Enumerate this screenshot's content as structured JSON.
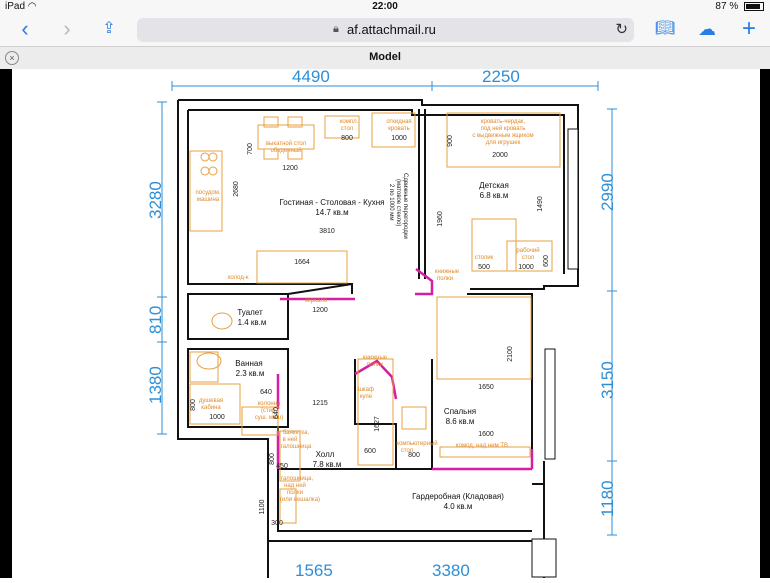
{
  "status": {
    "device": "iPad",
    "time": "22:00",
    "battery": "87 %",
    "battery_level": 0.87
  },
  "toolbar": {
    "url": "af.attachmail.ru"
  },
  "tab": {
    "title": "Model"
  },
  "plan": {
    "dims": {
      "top_left": "4490",
      "top_right": "2250",
      "bottom_left": "1565",
      "bottom_right": "3380",
      "left_upper": "3280",
      "left_mid": "810",
      "left_lower": "1380",
      "right_upper": "2990",
      "right_mid": "3150",
      "right_lower": "1180"
    },
    "rooms": {
      "living_name": "Гостиная - Столовая - Кухня",
      "living_area": "14.7 кв.м",
      "kids_name": "Детская",
      "kids_area": "6.8 кв.м",
      "toilet_name": "Туалет",
      "toilet_area": "1.4 кв.м",
      "bath_name": "Ванная",
      "bath_area": "2.3 кв.м",
      "bedroom_name": "Спальня",
      "bedroom_area": "8.6 кв.м",
      "hall_name": "Холл",
      "hall_area": "7.8 кв.м",
      "wardrobe_name": "Гардеробная (Кладовая)",
      "wardrobe_area": "4.0 кв.м"
    },
    "notes": {
      "dining_table_1": "выкатной стол",
      "dining_table_2": "обеденный",
      "compact_desk_1": "компл.",
      "compact_desk_2": "стол",
      "n800a": "800",
      "folding_bed_1": "откидная",
      "folding_bed_2": "кровать",
      "n1000a": "1000",
      "loft_bed_1": "кровать-чердак,",
      "loft_bed_2": "под ней кровать",
      "loft_bed_3": "с выдвижным ящиком",
      "loft_bed_4": "для игрушек",
      "n2000": "2000",
      "n900": "900",
      "n1200a": "1200",
      "n700": "700",
      "n2680": "2680",
      "dishwasher_1": "посудом.",
      "dishwasher_2": "машина",
      "fridge": "холод-к",
      "n3810": "3810",
      "n1664": "1664",
      "sliding_1": "Сдвижные перегородки",
      "sliding_2": "(матовое стекло)",
      "sliding_3": "2 по 1000 мм",
      "n1960": "1960",
      "n1490": "1490",
      "table": "столик",
      "work_desk_1": "рабочий",
      "work_desk_2": "стол",
      "n500": "500",
      "n1000b": "1000",
      "n600a": "600",
      "book_shelf_1": "книжные",
      "book_shelf_2": "полки",
      "mirror": "зеркало",
      "n1200b": "1200",
      "book_shelf_hall_1": "книжные",
      "book_shelf_hall_2": "полки",
      "n2100": "2100",
      "n1650": "1650",
      "shower_1": "душевая",
      "shower_2": "кабина",
      "n1000c": "1000",
      "col_1": "колонна",
      "col_2": "(стир.",
      "col_3": "суш. маш)",
      "n640a": "640",
      "n640b": "640",
      "n800b": "800",
      "wardrobe_cab_1": "шкаф",
      "wardrobe_cab_2": "купе",
      "n1627": "1627",
      "n600b": "600",
      "n1215": "1215",
      "n1600": "1600",
      "comp_desk_1": "компьютерный",
      "comp_desk_2": "стол",
      "n800c": "800",
      "dresser": "комод, над ним ТВ",
      "bench_1": "банкетка,",
      "bench_2": "в ней",
      "bench_3": "галошница",
      "n800d": "800",
      "n450": "450",
      "shoe_1": "галошница,",
      "shoe_2": "над ней",
      "shoe_3": "полки",
      "shoe_4": "(или вешалка)",
      "n1100": "1100",
      "n300": "300"
    }
  }
}
